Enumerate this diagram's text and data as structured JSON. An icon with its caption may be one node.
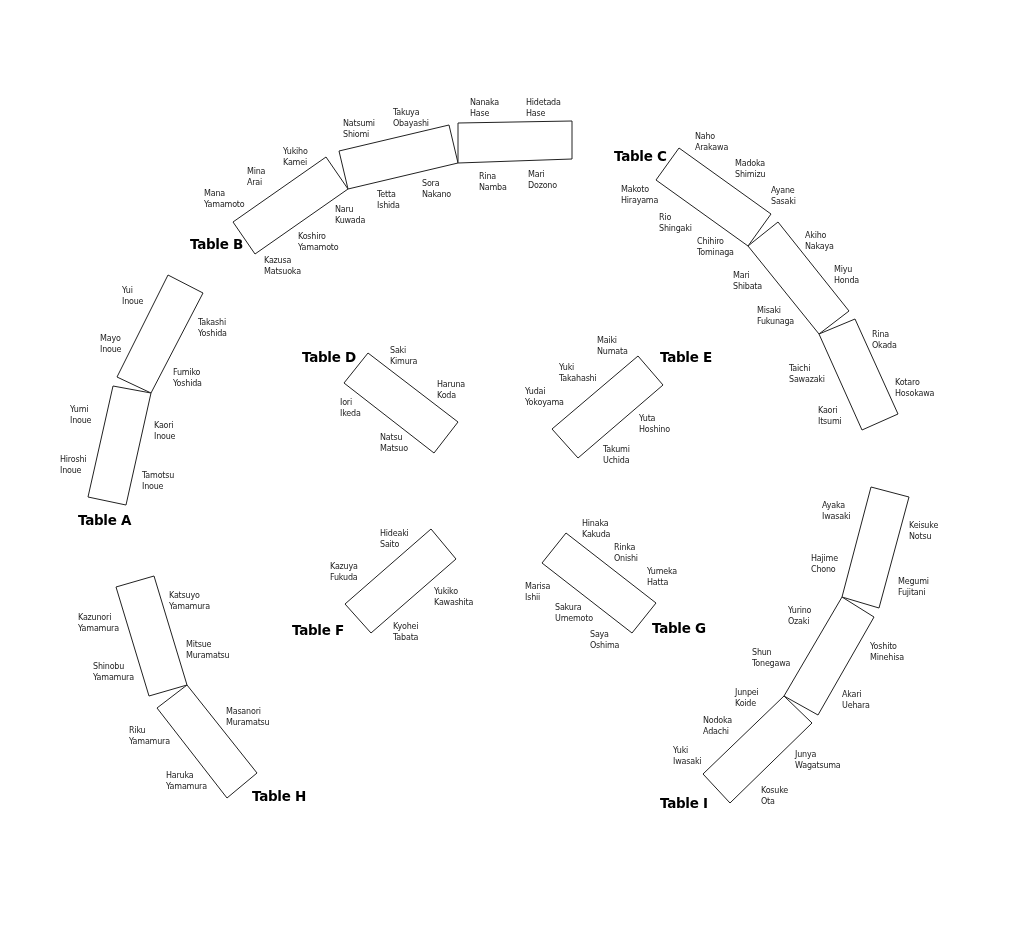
{
  "diagram": {
    "nodes": [
      {
        "text": [],
        "shape": "box"
      },
      {
        "text": [],
        "shape": "box"
      },
      {
        "text": [],
        "shape": "box"
      },
      {
        "text": [],
        "shape": "box"
      },
      {
        "text": [],
        "shape": "box"
      },
      {
        "text": [],
        "shape": "box"
      },
      {
        "text": [],
        "shape": "box"
      },
      {
        "text": [],
        "shape": "box"
      },
      {
        "text": [],
        "shape": "box"
      },
      {
        "text": [],
        "shape": "box"
      },
      {
        "text": [],
        "shape": "box"
      },
      {
        "text": [],
        "shape": "box"
      },
      {
        "text": [],
        "shape": "box"
      },
      {
        "text": [],
        "shape": "box"
      },
      {
        "text": [],
        "shape": "box"
      },
      {
        "text": [],
        "shape": "box"
      },
      {
        "text": [],
        "shape": "box"
      }
    ],
    "labels": [
      "Table A",
      "Yui Inoue",
      "Mayo Inoue",
      "Takashi Yoshida",
      "Fumiko Yoshida",
      "Yumi Inoue",
      "Kaori Inoue",
      "Hiroshi Inoue",
      "Tamotsu Inoue",
      "Table B",
      "Mana Yamamoto",
      "Mina Arai",
      "Yukiho Kamei",
      "Natsumi Shiomi",
      "Takuya Obayashi",
      "Nanaka Hase",
      "Hidetada Hase",
      "Kazusa Matsuoka",
      "Koshiro Yamamoto",
      "Naru Kuwada",
      "Tetta Ishida",
      "Sora Nakano",
      "Rina Namba",
      "Mari Dozono",
      "Table C",
      "Naho Arakawa",
      "Madoka Shimizu",
      "Ayane Sasaki",
      "Akiho Nakaya",
      "Miyu Honda",
      "Rina Okada",
      "Kotaro Hosokawa",
      "Makoto Hirayama",
      "Rio Shingaki",
      "Chihiro Tominaga",
      "Mari Shibata",
      "Misaki Fukunaga",
      "Taichi Sawazaki",
      "Kaori Itsumi",
      "Table D",
      "Saki Kimura",
      "Haruna Koda",
      "Iori Ikeda",
      "Natsu Matsuo",
      "Table E",
      "Maiki Numata",
      "Yuki Takahashi",
      "Yudai Yokoyama",
      "Yuta Hoshino",
      "Takumi Uchida",
      "Table F",
      "Hideaki Saito",
      "Kazuya Fukuda",
      "Yukiko Kawashita",
      "Kyohei Tabata",
      "Table G",
      "Hinaka Kakuda",
      "Rinka Onishi",
      "Yumeka Hatta",
      "Marisa Ishii",
      "Sakura Umemoto",
      "Saya Oshima",
      "Table H",
      "Katsuyo Yamamura",
      "Kazunori Yamamura",
      "Mitsue Muramatsu",
      "Shinobu Yamamura",
      "Masanori Muramatsu",
      "Riku Yamamura",
      "Haruka Yamamura",
      "Table I",
      "Ayaka Iwasaki",
      "Keisuke Notsu",
      "Hajime Chono",
      "Megumi Fujitani",
      "Yurino Ozaki",
      "Yoshito Minehisa",
      "Shun Tonegawa",
      "Akari Uehara",
      "Junpei Koide",
      "Nodoka Adachi",
      "Yuki Iwasaki",
      "Junya Wagatsuma",
      "Kosuke Ota"
    ]
  }
}
